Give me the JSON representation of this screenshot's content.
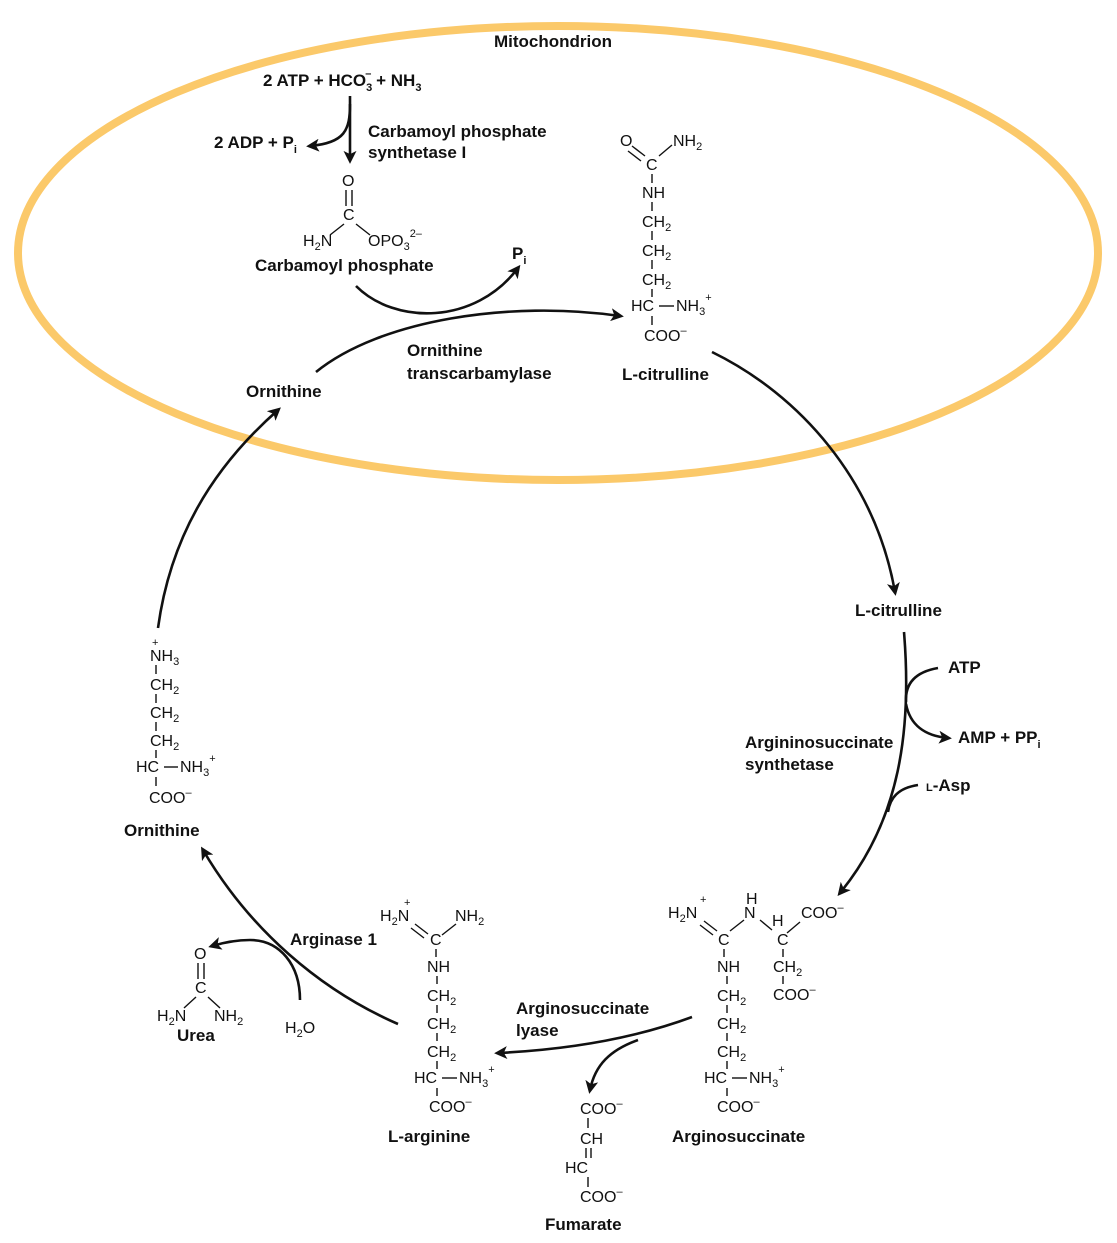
{
  "colors": {
    "membrane": "#FBC96A",
    "ink": "#111111"
  },
  "labels": {
    "mitochondrion": "Mitochondrion",
    "cps1_line1": "Carbamoyl phosphate",
    "cps1_line2": "synthetase I",
    "carbamoyl_phosphate": "Carbamoyl phosphate",
    "pi": "P",
    "pi_sub": "i",
    "otc_line1": "Ornithine",
    "otc_line2": "transcarbamylase",
    "citrulline_mito": "L-citrulline",
    "ornithine_mito": "Ornithine",
    "citrulline_cyto": "L-citrulline",
    "atp": "ATP",
    "amp": "AMP + PP",
    "amp_sub": "i",
    "ass_line1": "Argininosuccinate",
    "ass_line2": "synthetase",
    "asp_prefix": "L",
    "asp": "-Asp",
    "argininosuccinate": "Arginosuccinate",
    "asl_line1": "Arginosuccinate",
    "asl_line2": "lyase",
    "fumarate": "Fumarate",
    "arginine": "L-arginine",
    "arginase": "Arginase 1",
    "h2o": "H",
    "h2o_sub": "2",
    "h2o_end": "O",
    "urea": "Urea",
    "ornithine_cyto": "Ornithine"
  },
  "reactants": {
    "prefix": "2 ATP + HCO",
    "prefix_sub": "3",
    "prefix_sup": "–",
    "suffix": " + NH",
    "suffix_sub": "3",
    "adp": "2 ADP + P",
    "adp_sub": "i"
  },
  "atoms": {
    "O": "O",
    "C": "C",
    "N": "N",
    "NH": "NH",
    "H": "H",
    "H2N": "H",
    "N_": "N",
    "NH2": "NH",
    "two": "2",
    "three": "3",
    "CH2": "CH",
    "CH": "CH",
    "HC": "HC",
    "NH3": "NH",
    "COO": "COO",
    "OPO3": "OPO",
    "charge_2minus": "2–",
    "minus": "–",
    "plus": "+"
  }
}
